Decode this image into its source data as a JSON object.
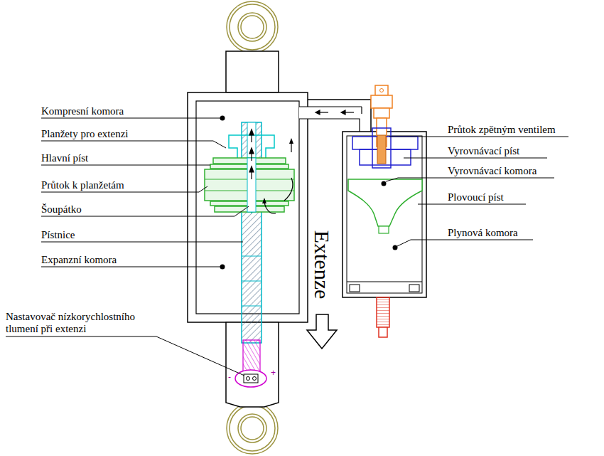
{
  "diagram": {
    "labels": [
      "Kompresní komora",
      "Planžety pro extenzi",
      "Hlavní píst",
      "Průtok k planžetám",
      "Šoupátko",
      "Pístnice",
      "Expanzní komora",
      "Nastavovač nízkorychlostního tlumení při extenzi",
      "-",
      "+",
      "Průtok zpětným ventilem",
      "Vyrovnávací píst",
      "Vyrovnávací komora",
      "Plovoucí píst",
      "Plynová komora",
      "Extenze"
    ]
  }
}
